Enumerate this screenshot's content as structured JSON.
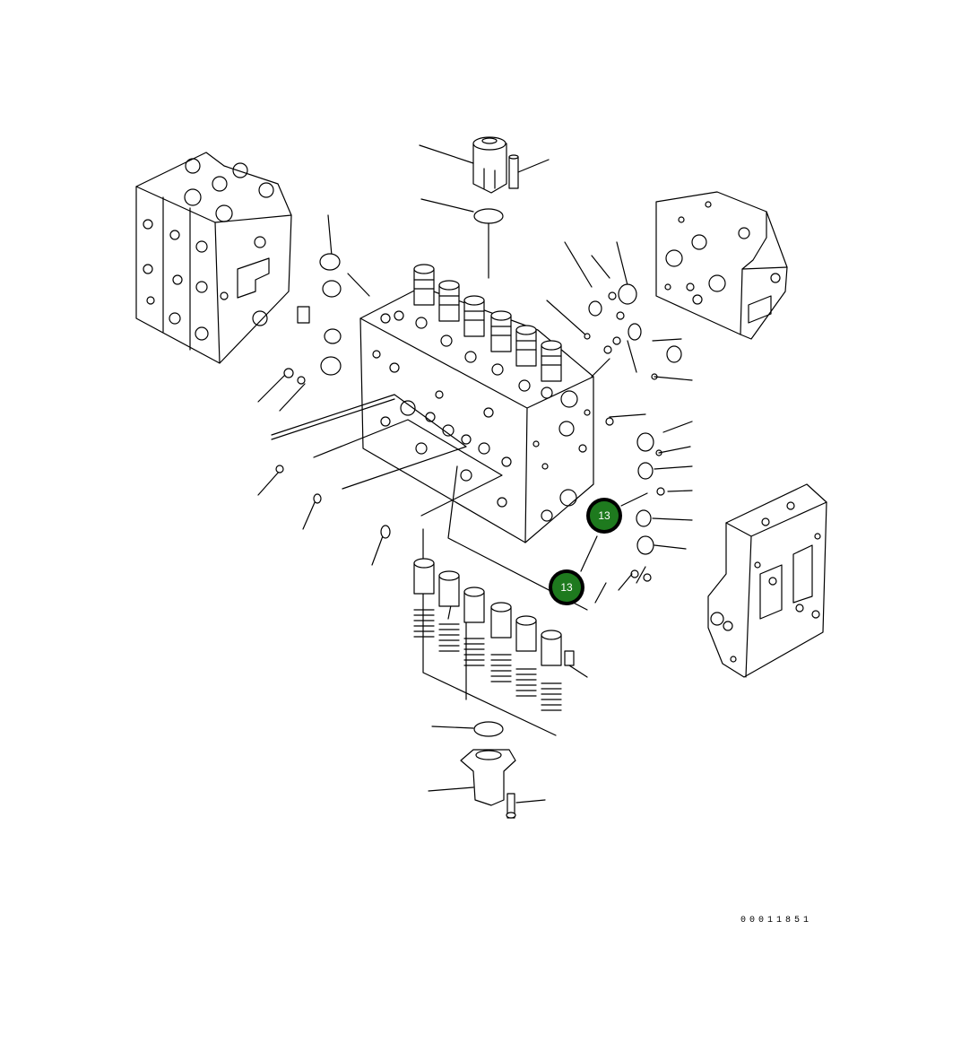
{
  "callouts": [
    {
      "label": "13",
      "color": "#1e7a1e",
      "ring": "#000000"
    },
    {
      "label": "13",
      "color": "#1e7a1e",
      "ring": "#000000"
    }
  ],
  "drawing_number": "00011851"
}
